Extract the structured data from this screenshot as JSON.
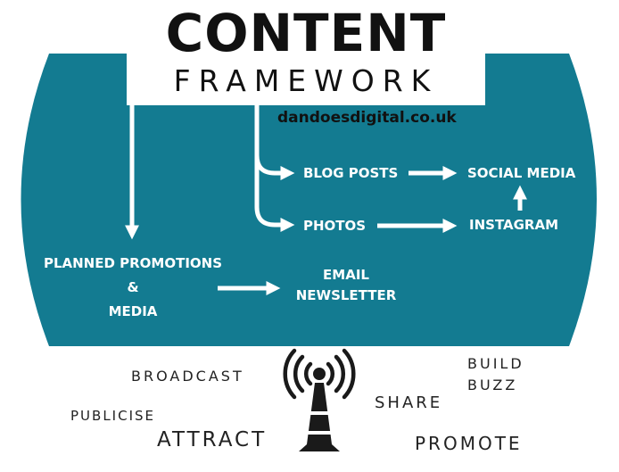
{
  "title": {
    "main": "CONTENT",
    "sub": "FRAMEWORK"
  },
  "website": "dandoesdigital.co.uk",
  "nodes": {
    "blog_posts": "BLOG POSTS",
    "social_media": "SOCIAL MEDIA",
    "photos": "PHOTOS",
    "instagram": "INSTAGRAM",
    "planned_promotions": {
      "line1": "PLANNED PROMOTIONS",
      "line2": "&",
      "line3": "MEDIA"
    },
    "email_newsletter": {
      "line1": "EMAIL",
      "line2": "NEWSLETTER"
    }
  },
  "words": {
    "broadcast": "BROADCAST",
    "build": "BUILD",
    "buzz": "BUZZ",
    "share": "SHARE",
    "publicise": "PUBLICISE",
    "attract": "ATTRACT",
    "promote": "PROMOTE"
  },
  "icons": [
    "broadcast-tower-icon"
  ],
  "colors": {
    "panel": "#137b91",
    "text_light": "#ffffff",
    "text_dark": "#111111"
  }
}
